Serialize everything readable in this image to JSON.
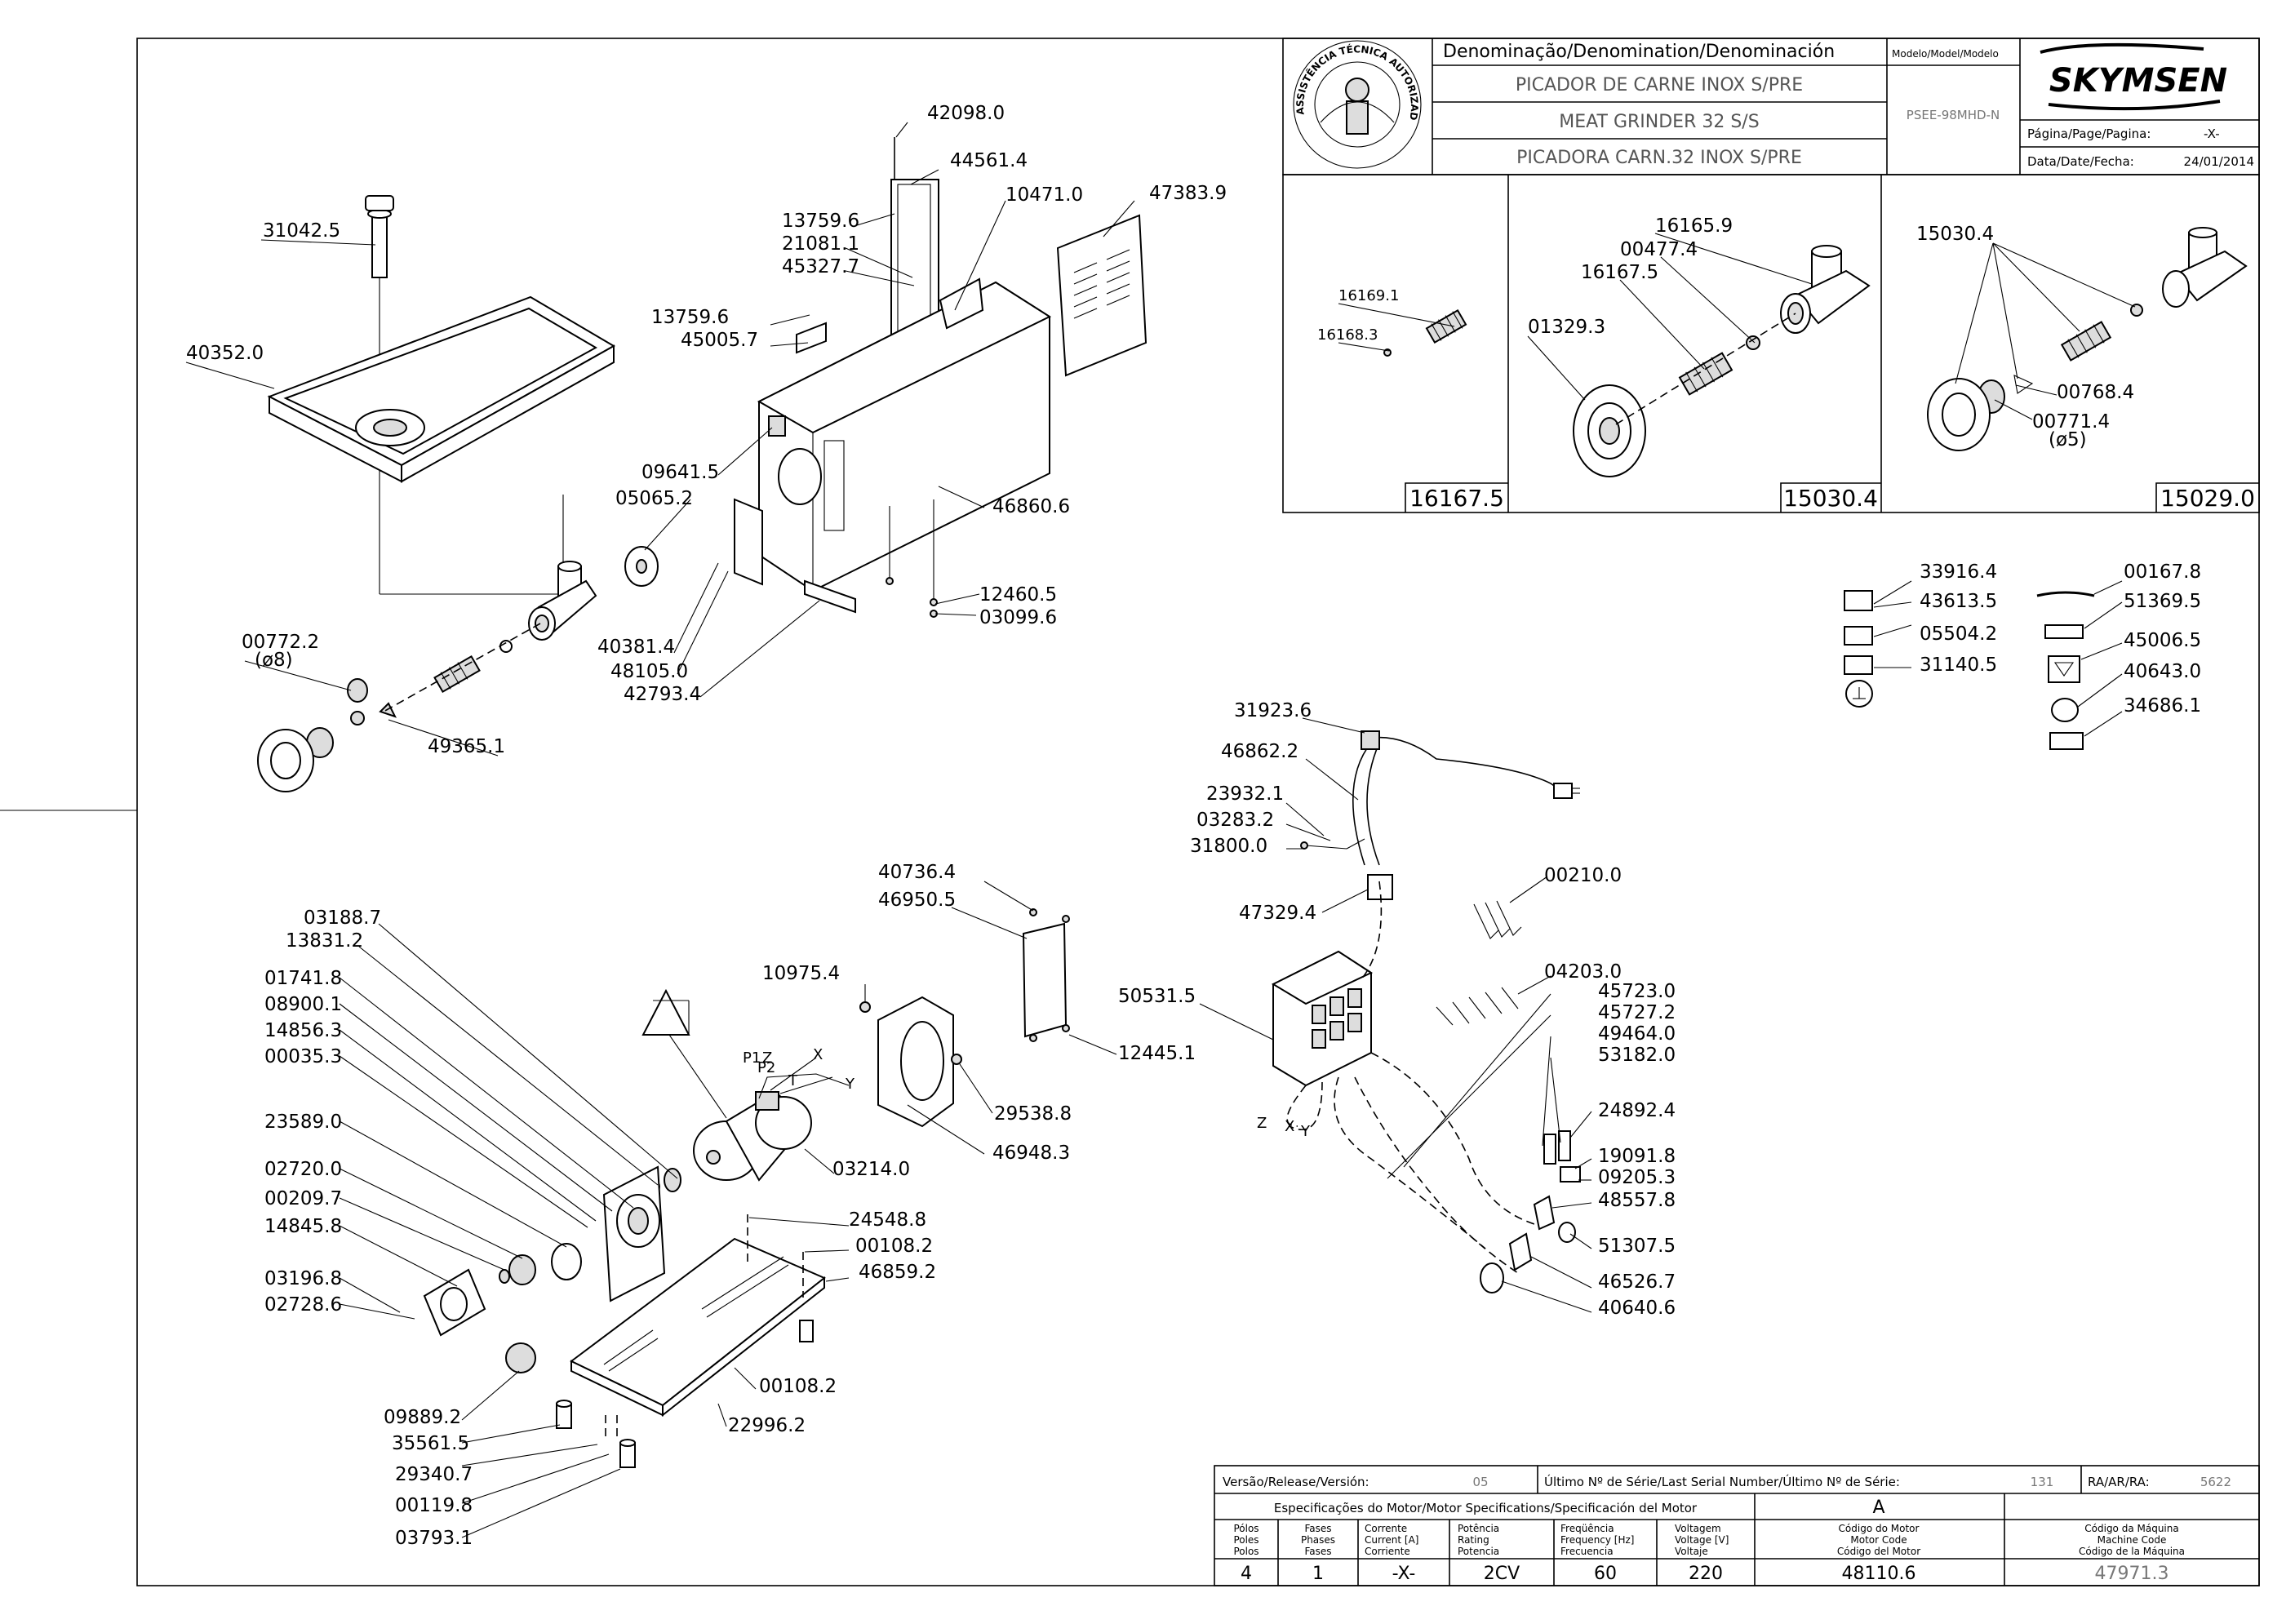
{
  "header": {
    "denomination_title": "Denominação/Denomination/Denominación",
    "model_header": "Modelo/Model/Modelo",
    "name_pt": "PICADOR DE CARNE INOX S/PRE",
    "name_en": "MEAT GRINDER 32 S/S",
    "name_es": "PICADORA CARN.32 INOX S/PRE",
    "model": "PSEE-98MHD-N",
    "brand": "SKYMSEN",
    "page_label": "Página/Page/Pagina:",
    "page_value": "-X-",
    "date_label": "Data/Date/Fecha:",
    "date_value": "24/01/2014",
    "seal_text": "ASSISTÊNCIA TÉCNICA AUTORIZADA"
  },
  "inset_panels": [
    {
      "code": "16167.5",
      "labels": [
        "16169.1",
        "16168.3"
      ]
    },
    {
      "code": "15030.4",
      "labels": [
        "16165.9",
        "00477.4",
        "16167.5",
        "01329.3"
      ]
    },
    {
      "code": "15029.0",
      "labels": [
        "15030.4",
        "00768.4",
        "00771.4",
        "(ø5)"
      ]
    }
  ],
  "part_labels": {
    "top_left": [
      "31042.5",
      "40352.0",
      "00772.2",
      "(ø8)",
      "49365.1"
    ],
    "top_center": [
      "42098.0",
      "44561.4",
      "13759.6",
      "21081.1",
      "45327.7",
      "10471.0",
      "47383.9",
      "13759.6",
      "45005.7",
      "09641.5",
      "05065.2",
      "46860.6",
      "40381.4",
      "48105.0",
      "42793.4",
      "12460.5",
      "03099.6"
    ],
    "decals": [
      "33916.4",
      "43613.5",
      "05504.2",
      "31140.5",
      "00167.8",
      "51369.5",
      "45006.5",
      "40643.0",
      "34686.1"
    ],
    "motor": [
      "03188.7",
      "13831.2",
      "01741.8",
      "08900.1",
      "14856.3",
      "00035.3",
      "23589.0",
      "02720.0",
      "00209.7",
      "14845.8",
      "03196.8",
      "02728.6",
      "09889.2",
      "35561.5",
      "29340.7",
      "00119.8",
      "03793.1",
      "03214.0",
      "24548.8",
      "00108.2",
      "46859.2",
      "00108.2",
      "22996.2"
    ],
    "cover": [
      "10975.4",
      "40736.4",
      "46950.5",
      "12445.1",
      "29538.8",
      "46948.3"
    ],
    "electrical": [
      "31923.6",
      "46862.2",
      "23932.1",
      "03283.2",
      "31800.0",
      "47329.4",
      "00210.0",
      "50531.5",
      "04203.0",
      "45723.0",
      "45727.2",
      "49464.0",
      "53182.0",
      "24892.4",
      "19091.8",
      "09205.3",
      "48557.8",
      "51307.5",
      "46526.7",
      "40640.6"
    ]
  },
  "wire_letters": [
    "Z",
    "P1",
    "P2",
    "X",
    "T",
    "Y",
    "Z",
    "X",
    "Y"
  ],
  "bottom_table": {
    "version_label": "Versão/Release/Versión:",
    "version_value": "05",
    "serial_label": "Último Nº de Série/Last Serial Number/Último Nº de Série:",
    "serial_value": "131",
    "ra_label": "RA/AR/RA:",
    "ra_value": "5622",
    "motor_spec_label": "Especificações do Motor/Motor Specifications/Specificación del Motor",
    "motor_code_header": "A",
    "columns": [
      {
        "head": [
          "Pólos",
          "Poles",
          "Polos"
        ],
        "value": "4"
      },
      {
        "head": [
          "Fases",
          "Phases",
          "Fases"
        ],
        "value": "1"
      },
      {
        "head": [
          "Corrente",
          "Current [A]",
          "Corriente"
        ],
        "value": "-X-"
      },
      {
        "head": [
          "Potência",
          "Rating",
          "Potencia"
        ],
        "value": "2CV"
      },
      {
        "head": [
          "Freqüência",
          "Frequency [Hz]",
          "Frecuencia"
        ],
        "value": "60"
      },
      {
        "head": [
          "Voltagem",
          "Voltage [V]",
          "Voltaje"
        ],
        "value": "220"
      },
      {
        "head": [
          "Código do Motor",
          "Motor Code",
          "Código del Motor"
        ],
        "value": "48110.6"
      },
      {
        "head": [
          "Código da Máquina",
          "Machine Code",
          "Código de la Máquina"
        ],
        "value": "47971.3"
      }
    ]
  }
}
